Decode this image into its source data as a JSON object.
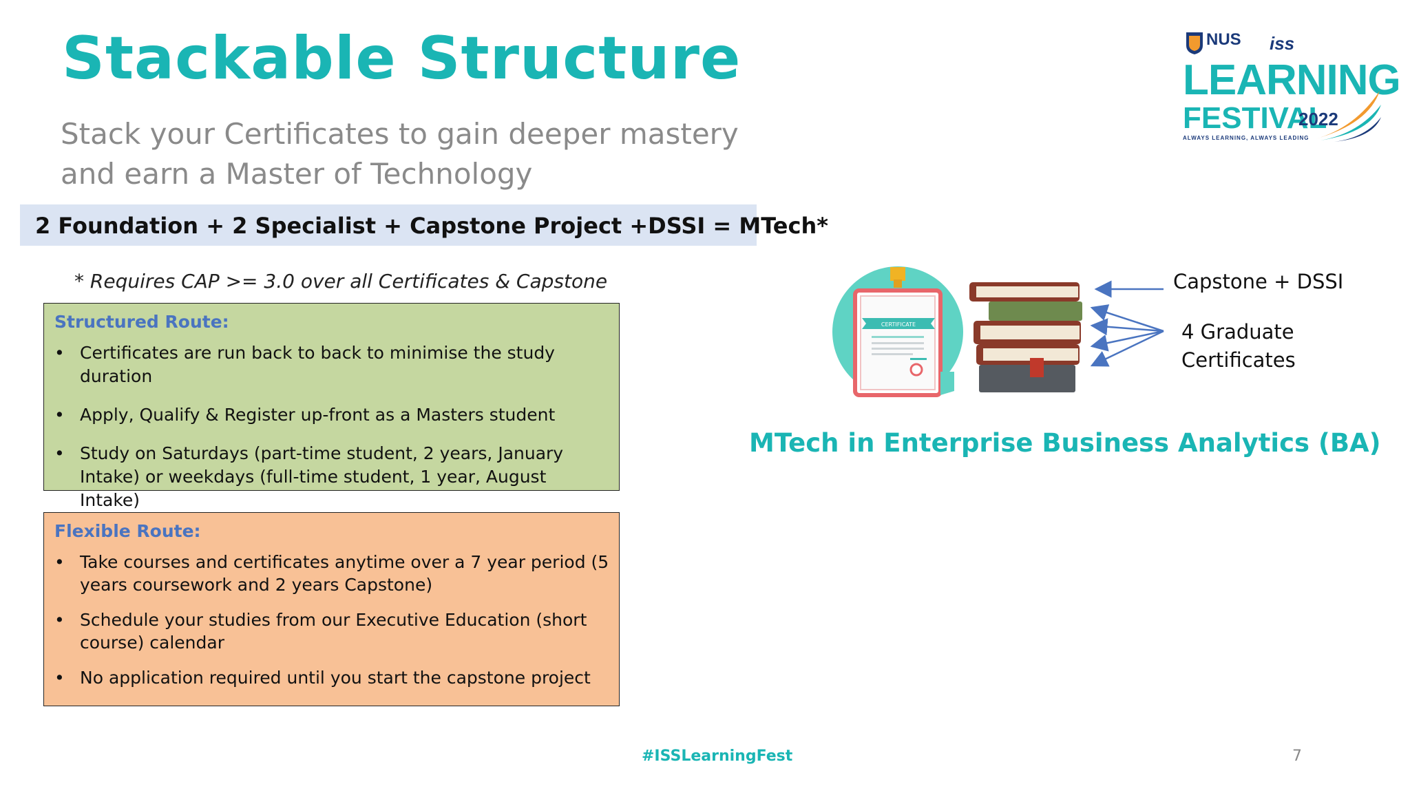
{
  "slide": {
    "title": "Stackable Structure",
    "subtitle_lines": [
      "Stack your Certificates to gain deeper mastery",
      "and earn a Master of Technology"
    ],
    "formula": "2 Foundation + 2 Specialist  + Capstone Project +DSSI = MTech*",
    "requirement": "* Requires CAP >= 3.0 over all Certificates & Capstone",
    "structured_route": {
      "title": "Structured Route:",
      "bullets": [
        "Certificates are run back to back to minimise the study duration",
        "Apply, Qualify & Register up-front as a Masters student",
        "Study on Saturdays (part-time student, 2 years, January Intake) or weekdays (full-time student, 1 year, August Intake)"
      ]
    },
    "flexible_route": {
      "title": "Flexible Route:",
      "bullets": [
        "Take courses and certificates anytime over a 7 year period (5 years coursework and 2 years Capstone)",
        "Schedule your studies from our Executive Education (short course) calendar",
        "No application required until you start the capstone project"
      ]
    },
    "diagram": {
      "certificate_label": "CERTIFICATE",
      "capstone_label": "Capstone + DSSI",
      "certs_label_lines": [
        "4 Graduate",
        "Certificates"
      ],
      "mtech_name": "MTech in Enterprise Business Analytics (BA)"
    },
    "bullet_char": "•",
    "hashtag": "#ISSLearningFest",
    "page_number": "7"
  },
  "logo": {
    "nus": "NUS",
    "iss": "iss",
    "learning": "LEARNING",
    "festival": "FESTIVAL",
    "year": "2022",
    "tagline": "ALWAYS LEARNING, ALWAYS LEADING"
  },
  "colors": {
    "teal": "#1ab5b4",
    "route_title_blue": "#4a74c0",
    "structured_bg": "#c5d7a0",
    "flexible_bg": "#f8c196",
    "formula_bg": "#dbe4f3",
    "subtitle_gray": "#8a8a8a",
    "arrow_blue": "#4a74c0"
  }
}
